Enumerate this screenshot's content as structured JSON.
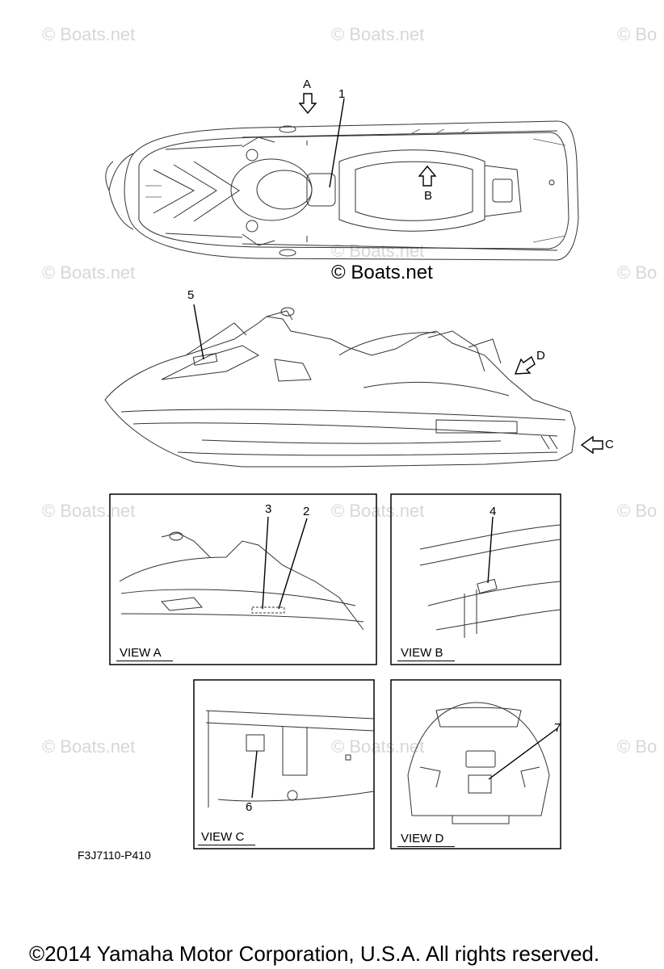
{
  "watermarks": [
    "© Boats.net",
    "© Boats.net",
    "© Bo",
    "© Boats.net",
    "© Boats.net",
    "© Bo",
    "© Boats.net",
    "© Boats.net",
    "© Bo",
    "© Boats.net",
    "© Boats.net",
    "© Bo"
  ],
  "center_watermark": "© Boats.net",
  "callouts": {
    "view_a_arrow": "A",
    "view_b_arrow": "B",
    "view_c_arrow": "C",
    "view_d_arrow": "D",
    "n1": "1",
    "n2": "2",
    "n3": "3",
    "n4": "4",
    "n5": "5",
    "n6": "6",
    "n7": "7"
  },
  "views": {
    "a": "VIEW A",
    "b": "VIEW B",
    "c": "VIEW C",
    "d": "VIEW D"
  },
  "part_code": "F3J7110-P410",
  "copyright": "©2014 Yamaha Motor Corporation, U.S.A. All rights reserved."
}
